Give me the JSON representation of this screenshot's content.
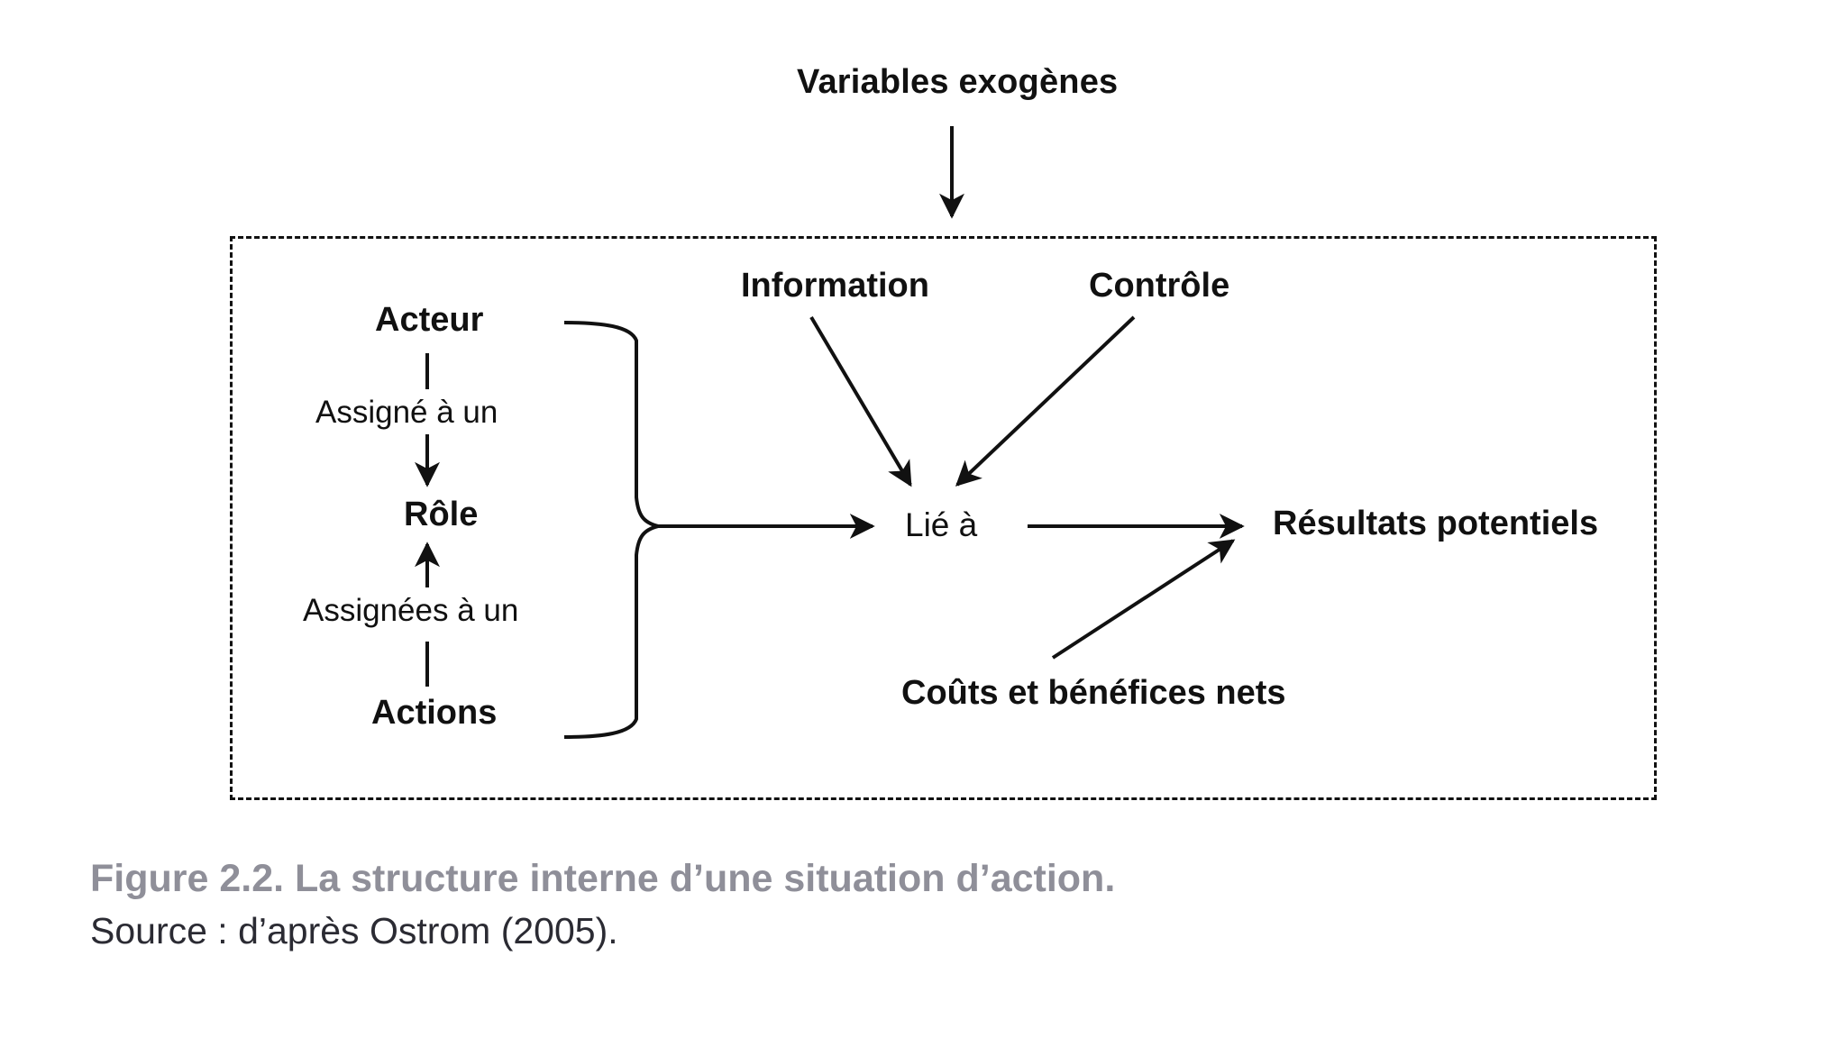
{
  "figure": {
    "domain": "diagram",
    "type": "concept-flow-diagram",
    "background_color": "#ffffff",
    "line_color": "#111111",
    "caption_title_color": "#8f8f99",
    "caption_source_color": "#2b2b33"
  },
  "nodes": {
    "variables_exogenes": "Variables exogènes",
    "acteur": "Acteur",
    "assigne_a_un": "Assigné à un",
    "role": "Rôle",
    "assignees_a_un": "Assignées à un",
    "actions": "Actions",
    "information": "Information",
    "controle": "Contrôle",
    "lie_a": "Lié à",
    "resultats_potentiels": "Résultats potentiels",
    "couts_benefices_nets": "Coûts et bénéfices nets"
  },
  "caption": {
    "title": "Figure 2.2. La structure interne d’une situation d’action.",
    "source": "Source : d’après Ostrom (2005)."
  },
  "edges": [
    {
      "from": "variables_exogenes",
      "to": "action_box",
      "style": "solid-arrow",
      "direction": "down"
    },
    {
      "from": "acteur",
      "to": "role",
      "style": "solid-arrow",
      "direction": "down"
    },
    {
      "from": "actions",
      "to": "role",
      "style": "solid-arrow",
      "direction": "up"
    },
    {
      "from": "acteur_role_actions",
      "to": "lie_a",
      "style": "brace-arrow",
      "direction": "right"
    },
    {
      "from": "information",
      "to": "lie_a",
      "style": "solid-arrow",
      "direction": "down-right"
    },
    {
      "from": "controle",
      "to": "lie_a",
      "style": "solid-arrow",
      "direction": "down-left"
    },
    {
      "from": "lie_a",
      "to": "resultats_potentiels",
      "style": "solid-arrow",
      "direction": "right"
    },
    {
      "from": "couts_benefices_nets",
      "to": "resultats_potentiels",
      "style": "solid-arrow",
      "direction": "up-right"
    }
  ],
  "containers": [
    {
      "name": "action_box",
      "label": "",
      "border": "dashed"
    }
  ]
}
